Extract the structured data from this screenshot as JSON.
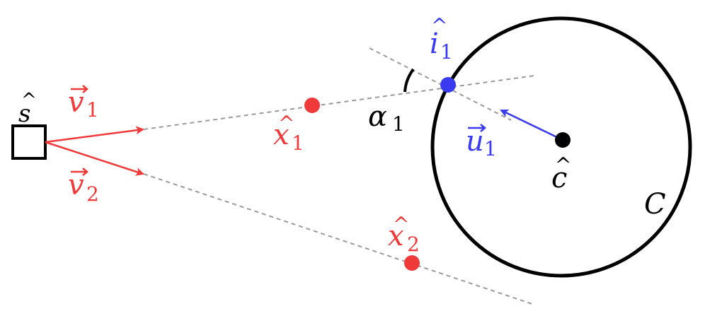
{
  "colors": {
    "red": "#f03a3a",
    "blue": "#3a3af0",
    "black": "#000000",
    "dash": "#9a9a9a"
  },
  "labels": {
    "source": {
      "main": "s",
      "hat": "^"
    },
    "v1": {
      "main": "v",
      "sub": "1",
      "arrow": "⃗"
    },
    "v2": {
      "main": "v",
      "sub": "2",
      "arrow": "⃗"
    },
    "x1": {
      "main": "x",
      "sub": "1",
      "hat": "^"
    },
    "x2": {
      "main": "x",
      "sub": "2",
      "hat": "^"
    },
    "i1": {
      "main": "i",
      "sub": "1",
      "hat": "^"
    },
    "alpha1": {
      "main": "α",
      "sub": "1"
    },
    "u1": {
      "main": "u",
      "sub": "1",
      "arrow": "⃗"
    },
    "center": {
      "main": "c",
      "hat": "^"
    },
    "circle": {
      "main": "C"
    }
  }
}
